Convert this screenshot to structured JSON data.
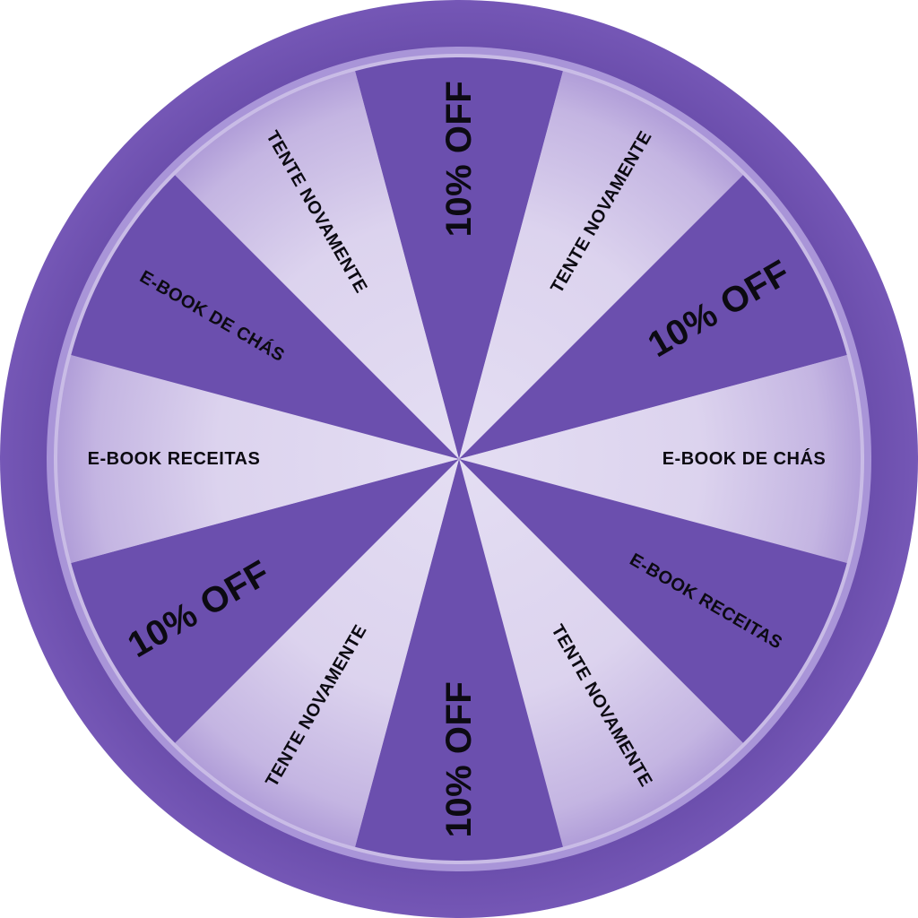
{
  "wheel": {
    "colors": {
      "ring": "#7053b2",
      "dark_segment": "#6b4fae",
      "light_segment": "#ddd5ee",
      "rim": "#a894d6",
      "text": "#0c0a12"
    },
    "segments": [
      {
        "label": "10% OFF",
        "style": "dark"
      },
      {
        "label": "TENTE NOVAMENTE",
        "style": "light"
      },
      {
        "label": "10% OFF",
        "style": "dark"
      },
      {
        "label": "E-BOOK DE CHÁS",
        "style": "light"
      },
      {
        "label": "E-BOOK RECEITAS",
        "style": "dark"
      },
      {
        "label": "TENTE NOVAMENTE",
        "style": "light"
      },
      {
        "label": "10% OFF",
        "style": "dark"
      },
      {
        "label": "TENTE NOVAMENTE",
        "style": "light"
      },
      {
        "label": "10% OFF",
        "style": "dark"
      },
      {
        "label": "E-BOOK RECEITAS",
        "style": "light"
      },
      {
        "label": "E-BOOK DE CHÁS",
        "style": "dark"
      },
      {
        "label": "TENTE NOVAMENTE",
        "style": "light"
      }
    ]
  }
}
